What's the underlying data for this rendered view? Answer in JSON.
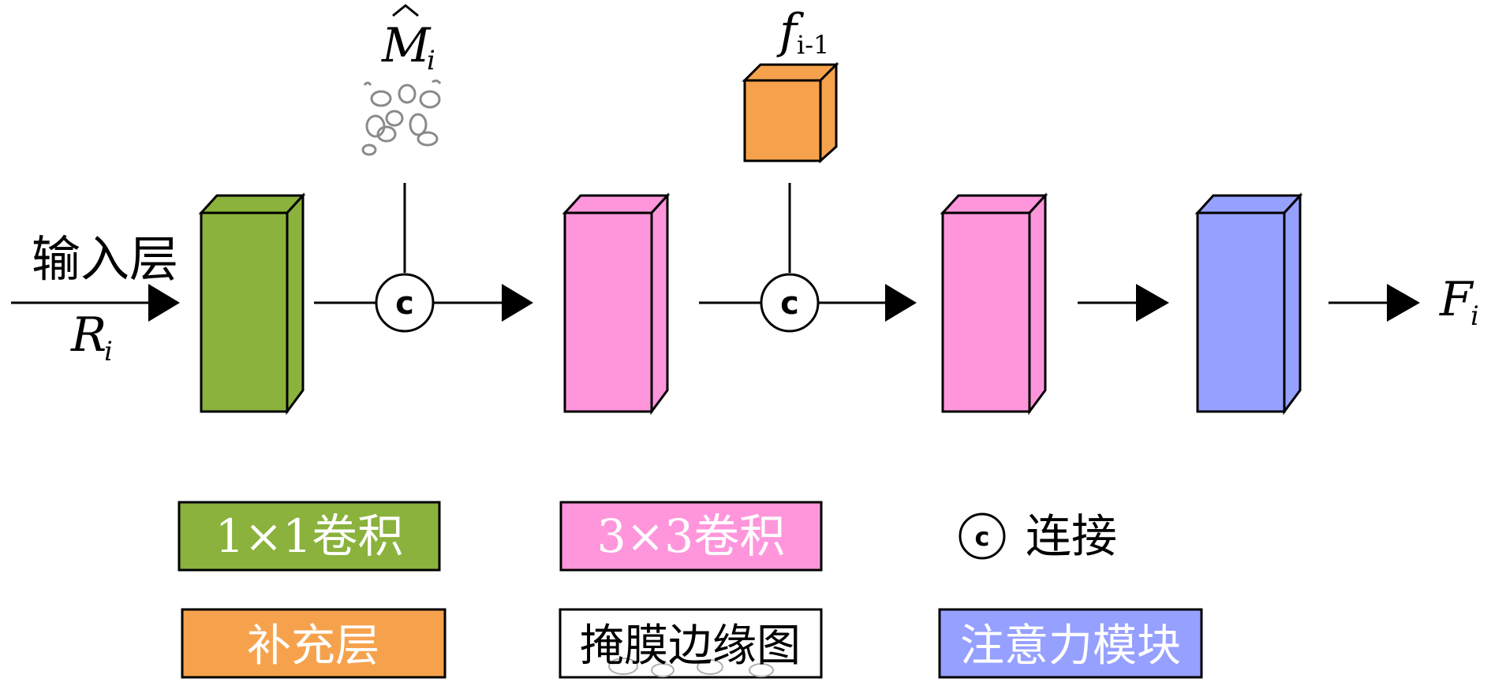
{
  "colors": {
    "conv1x1": "#8AB23C",
    "conv3x3": "#FF96DC",
    "supplement": "#F6A24D",
    "attention": "#96A0FF",
    "stroke": "#000000",
    "mask_edge_gray": "#8a8a8a"
  },
  "flow": {
    "input_label": "输入层",
    "input_symbol": "R",
    "input_sub": "i",
    "mask_symbol": "M",
    "mask_sub": "i",
    "feature_symbol": "f",
    "feature_sub": "i-1",
    "concat_symbol": "c",
    "output_symbol": "F",
    "output_sub": "i"
  },
  "legend": {
    "conv1x1": "1×1卷积",
    "conv3x3": "3×3卷积",
    "concat": "连接",
    "supplement": "补充层",
    "mask_edge": "掩膜边缘图",
    "attention": "注意力模块"
  },
  "icons": {
    "concat": "circled-c-icon",
    "arrow": "arrow-right-icon"
  }
}
